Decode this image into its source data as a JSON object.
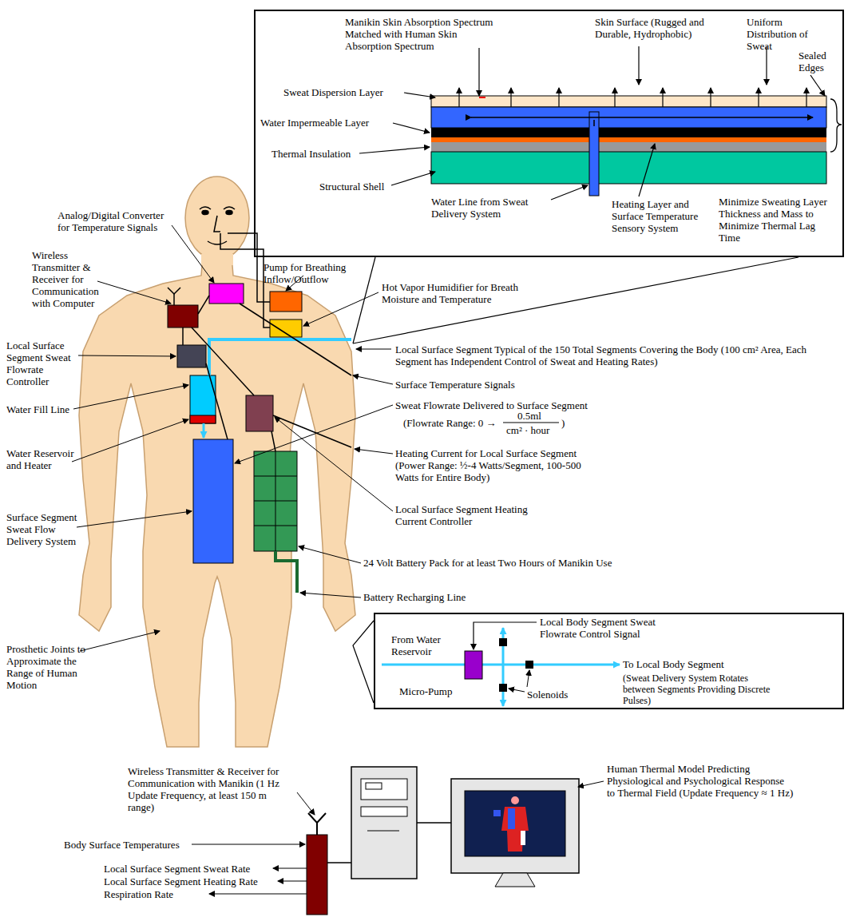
{
  "diagram": {
    "nodes": [
      {
        "text": [
          "Manikin Skin Absorption Spectrum Matched with Human Skin Absorption Spectrum",
          "Skin Surface (Rugged and Durable, Hydrophobic)",
          "Uniform Distribution of Sweat",
          "Sealed Edges",
          "Sweat Dispersion Layer",
          "Water Impermeable Layer",
          "Thermal Insulation",
          "Structural Shell",
          "Water Line from Sweat Delivery System",
          "Heating Layer and Surface Temperature Sensory System",
          "Minimize Sweating Layer Thickness and Mass to Minimize Thermal Lag Time"
        ]
      },
      {
        "text": [
          "Local Body Segment Sweat Flowrate Control Signal",
          "From Water Reservoir",
          "To Local Body Segment",
          "Micro-Pump",
          "Solenoids",
          "(Sweat Delivery System Rotates between Segments Providing Discrete Pulses)"
        ]
      }
    ],
    "labels": [
      "Analog/Digital Converter for Temperature Signals",
      "Pump for Breathing Inflow/Outflow",
      "Wireless Transmitter & Receiver for Communication with Computer",
      "Hot Vapor Humidifier for Breath Moisture and Temperature",
      "Local Surface Segment Sweat Flowrate Controller",
      "Local Surface Segment Typical of the 150 Total Segments Covering the Body (100 cm² Area, Each Segment has Independent Control of Sweat and Heating Rates)",
      "Surface Temperature Signals",
      "Water Fill Line",
      "Sweat Flowrate Delivered to Surface Segment",
      "(Flowrate Range: 0 →",
      "0.5ml",
      "cm² · hour",
      ")",
      "Water Reservoir and Heater",
      "Heating Current for Local Surface Segment (Power Range: ½-4 Watts/Segment, 100-500 Watts for Entire Body)",
      "Surface Segment Sweat Flow Delivery System",
      "Local Surface Segment Heating Current Controller",
      "24 Volt Battery Pack for at least Two Hours of Manikin Use",
      "Battery Recharging Line",
      "Prosthetic Joints to Approximate the Range of Human Motion",
      "Wireless Transmitter & Receiver for Communication with Manikin (1 Hz Update Frequency, at least 150 m range)",
      "Body Surface Temperatures",
      "Local Surface Segment Sweat Rate",
      "Local Surface Segment Heating Rate",
      "Respiration Rate",
      "Human Thermal Model Predicting Physiological and Psychological Response to Thermal Field (Update Frequency ≈ 1 Hz)"
    ]
  }
}
